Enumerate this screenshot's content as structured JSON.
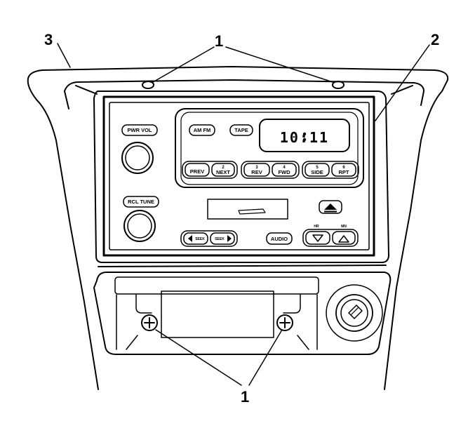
{
  "callouts": {
    "top_screws": "1",
    "bottom_screws": "1",
    "radio": "2",
    "trim_plate": "3"
  },
  "radio": {
    "left_knob_top_label": "PWR VOL",
    "left_knob_bottom_label": "RCL TUNE",
    "band_button": "AM FM",
    "tape_button": "TAPE",
    "clock_display": "10:11",
    "prev_button": "PREV",
    "next_num": "2",
    "next_button": "NEXT",
    "rev_num": "3",
    "rev_button": "REV",
    "fwd_num": "4",
    "fwd_button": "FWD",
    "side_num": "5",
    "side_button": "SIDE",
    "rpt_num": "6",
    "rpt_button": "RPT",
    "seek_down": "SEEK",
    "seek_up": "SEEK",
    "audio_button": "AUDIO",
    "hr_label": "HR",
    "mn_label": "MN"
  }
}
